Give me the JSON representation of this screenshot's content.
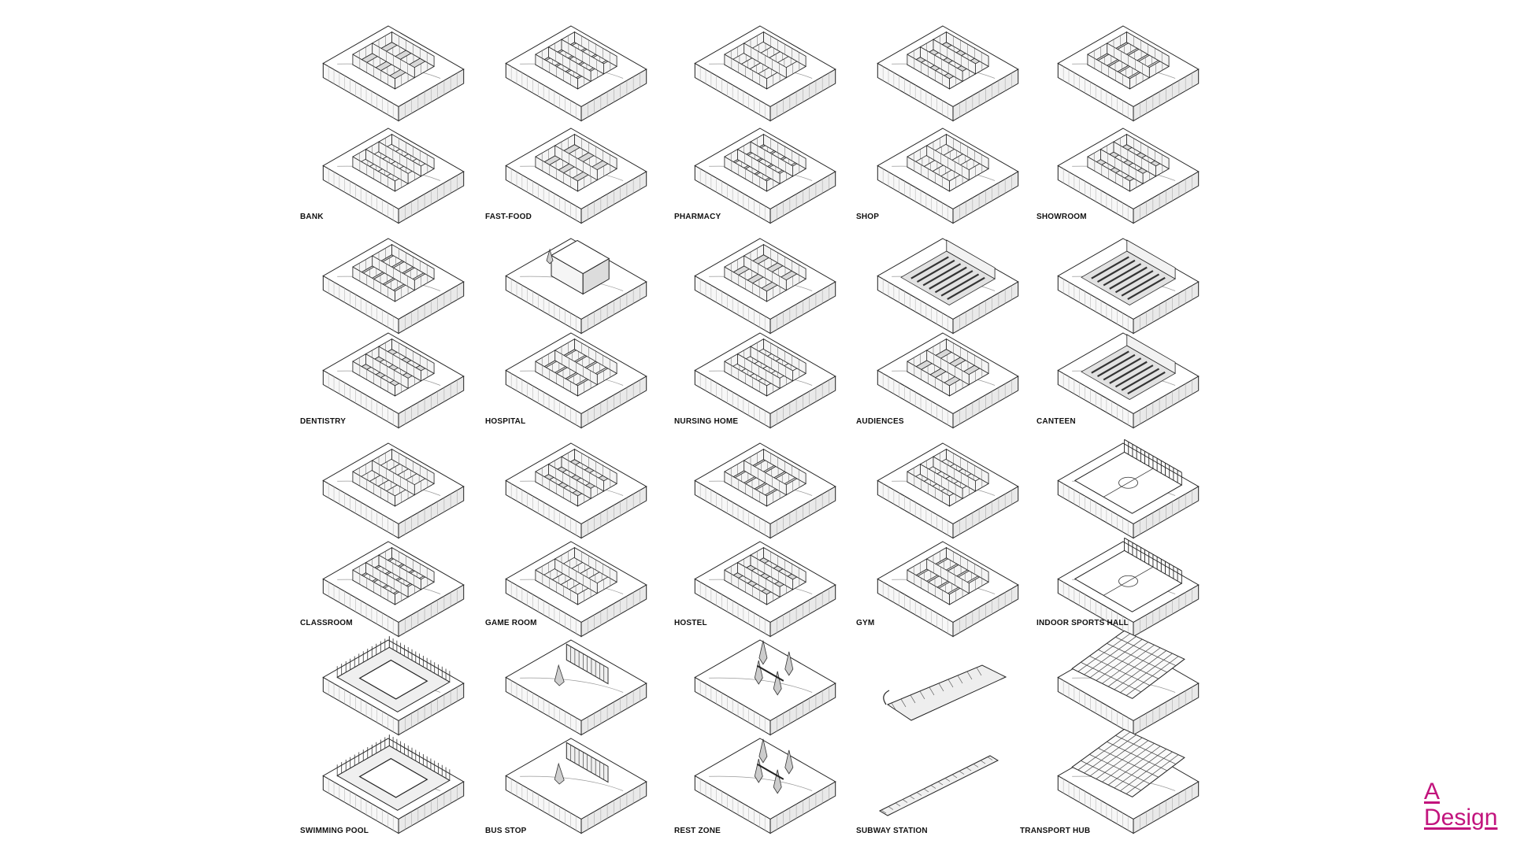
{
  "sheet": {
    "labels": [
      "BANK",
      "FAST-FOOD",
      "PHARMACY",
      "SHOP",
      "SHOWROOM",
      "DENTISTRY",
      "HOSPITAL",
      "NURSING HOME",
      "AUDIENCES",
      "CANTEEN",
      "CLASSROOM",
      "GAME ROOM",
      "HOSTEL",
      "GYM",
      "INDOOR SPORTS HALL",
      "SWIMMING POOL",
      "BUS STOP",
      "REST ZONE",
      "SUBWAY STATION",
      "TRANSPORT HUB"
    ]
  },
  "diagrams": [
    {
      "type": "rooms"
    },
    {
      "type": "rooms"
    },
    {
      "type": "rooms"
    },
    {
      "type": "rooms"
    },
    {
      "type": "rooms"
    },
    {
      "type": "rooms"
    },
    {
      "type": "rooms"
    },
    {
      "type": "rooms"
    },
    {
      "type": "rooms"
    },
    {
      "type": "rooms"
    },
    {
      "type": "rooms"
    },
    {
      "type": "house"
    },
    {
      "type": "rooms"
    },
    {
      "type": "rows"
    },
    {
      "type": "rows"
    },
    {
      "type": "rooms"
    },
    {
      "type": "rooms"
    },
    {
      "type": "rooms"
    },
    {
      "type": "rooms"
    },
    {
      "type": "rows"
    },
    {
      "type": "rooms"
    },
    {
      "type": "rooms"
    },
    {
      "type": "rooms"
    },
    {
      "type": "rooms"
    },
    {
      "type": "court"
    },
    {
      "type": "rooms"
    },
    {
      "type": "rooms"
    },
    {
      "type": "rooms"
    },
    {
      "type": "rooms"
    },
    {
      "type": "court"
    },
    {
      "type": "pool"
    },
    {
      "type": "stop"
    },
    {
      "type": "trees"
    },
    {
      "type": "tunnel"
    },
    {
      "type": "roof"
    },
    {
      "type": "pool"
    },
    {
      "type": "stop"
    },
    {
      "type": "trees"
    },
    {
      "type": "rail"
    },
    {
      "type": "roof"
    }
  ],
  "brand": {
    "line1": "A",
    "line2": "Design",
    "color": "#c2147d"
  }
}
